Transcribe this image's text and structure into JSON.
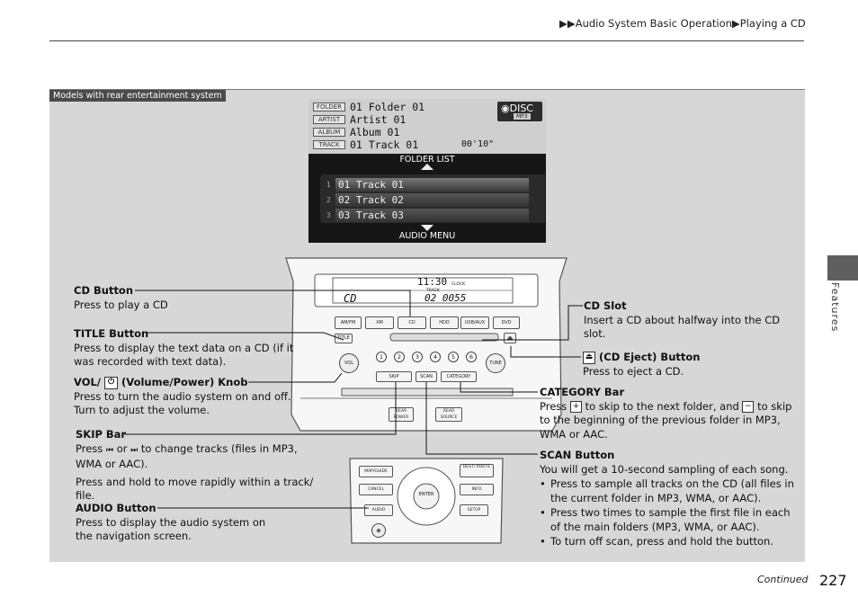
{
  "header": {
    "breadcrumb_1": "Audio System Basic Operation",
    "breadcrumb_2": "Playing a CD"
  },
  "tag": "Models with rear entertainment system",
  "side_label": "Features",
  "footer": {
    "continued": "Continued",
    "page_number": "227"
  },
  "screen": {
    "rows": [
      {
        "label": "FOLDER",
        "value": "01 Folder 01"
      },
      {
        "label": "ARTIST",
        "value": "Artist 01"
      },
      {
        "label": "ALBUM",
        "value": "Album 01"
      },
      {
        "label": "TRACK",
        "value": "01 Track 01"
      }
    ],
    "elapsed_time": "00'10\"",
    "badge": {
      "title": "DISC",
      "format": "MP3"
    },
    "folder_list_label": "FOLDER LIST",
    "tracks": [
      {
        "num": "1",
        "title": "01 Track 01"
      },
      {
        "num": "2",
        "title": "02 Track 02"
      },
      {
        "num": "3",
        "title": "03 Track 03"
      }
    ],
    "audio_menu_label": "AUDIO MENU"
  },
  "device": {
    "display_clock": "11:30",
    "display_clock_label": "CLOCK",
    "display_source": "CD",
    "display_track_label": "TRACK",
    "display_track": "02 0055",
    "top_buttons": [
      "AM/FM",
      "XM",
      "CD",
      "HDD",
      "USB/AUX",
      "DVD"
    ],
    "title_label": "TITLE",
    "vol_label": "VOL",
    "tune_label": "TUNE",
    "presets": [
      "1",
      "2",
      "3",
      "4",
      "5",
      "6"
    ],
    "skip_label": "SKIP",
    "scan_label": "SCAN",
    "category_label": "CATEGORY",
    "rear_power_label": "REAR POWER",
    "rear_source_label": "REAR SOURCE",
    "lower_buttons": {
      "map_guide": "MAP/GUIDE",
      "dest_route": "DEST/ ROUTE",
      "cancel": "CANCEL",
      "info": "INFO",
      "audio": "AUDIO",
      "setup": "SETUP",
      "enter": "ENTER"
    }
  },
  "callouts": {
    "cd_button": {
      "title": "CD Button",
      "body": "Press to play a CD"
    },
    "title_button": {
      "title": "TITLE Button",
      "body": "Press to display the text data on a CD (if it was recorded with text data)."
    },
    "vol_knob": {
      "title_a": "VOL/",
      "title_b": "(Volume/Power) Knob",
      "body": "Press to turn the audio system on and off. Turn to adjust the volume."
    },
    "skip_bar": {
      "title": "SKIP Bar",
      "body_a": "Press",
      "body_b": "or",
      "body_c": "to change tracks (files in MP3, WMA or AAC).",
      "body2": "Press and hold to move rapidly within a track/ file."
    },
    "audio_button": {
      "title": "AUDIO Button",
      "body": "Press to display the audio system on the navigation screen."
    },
    "cd_slot": {
      "title": "CD Slot",
      "body": "Insert a CD about halfway into the CD slot."
    },
    "cd_eject": {
      "title": "(CD Eject) Button",
      "body": "Press to eject a CD."
    },
    "category_bar": {
      "title": "CATEGORY Bar",
      "body_a": "Press",
      "body_b": "to skip to the next folder, and",
      "body_c": "to skip to the beginning of the previous folder in MP3, WMA or AAC."
    },
    "scan_button": {
      "title": "SCAN Button",
      "body": "You will get a 10-second sampling of each song.",
      "bullets": [
        "Press to sample all tracks on the CD (all files in the current folder in MP3, WMA, or AAC).",
        "Press two times to sample the first file in each of the main folders (MP3, WMA, or AAC).",
        "To turn off scan, press and hold the button."
      ]
    }
  }
}
